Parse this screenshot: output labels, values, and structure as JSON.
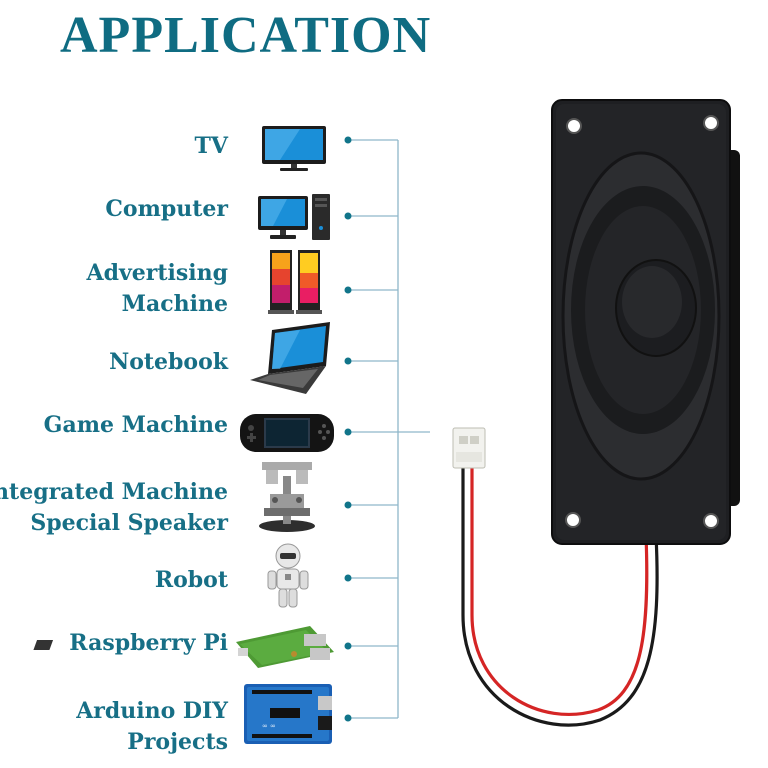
{
  "title": "APPLICATION",
  "applications": [
    {
      "lines": [
        "TV"
      ],
      "icon": "tv-icon"
    },
    {
      "lines": [
        "Computer"
      ],
      "icon": "desktop-computer-icon"
    },
    {
      "lines": [
        "Advertising",
        "Machine"
      ],
      "icon": "advertising-display-icon"
    },
    {
      "lines": [
        "Notebook"
      ],
      "icon": "laptop-icon"
    },
    {
      "lines": [
        "Game Machine"
      ],
      "icon": "handheld-console-icon"
    },
    {
      "lines": [
        "Integrated Machine",
        "Special Speaker"
      ],
      "icon": "integrated-machine-icon"
    },
    {
      "lines": [
        "Robot"
      ],
      "icon": "robot-icon"
    },
    {
      "lines": [
        "Raspberry Pi"
      ],
      "icon": "raspberry-pi-board-icon"
    },
    {
      "lines": [
        "Arduino DIY",
        "Projects"
      ],
      "icon": "arduino-board-icon"
    }
  ],
  "colors": {
    "title": "#0f6c82",
    "labels": "#176f86",
    "connector": "#8fb7c9"
  }
}
